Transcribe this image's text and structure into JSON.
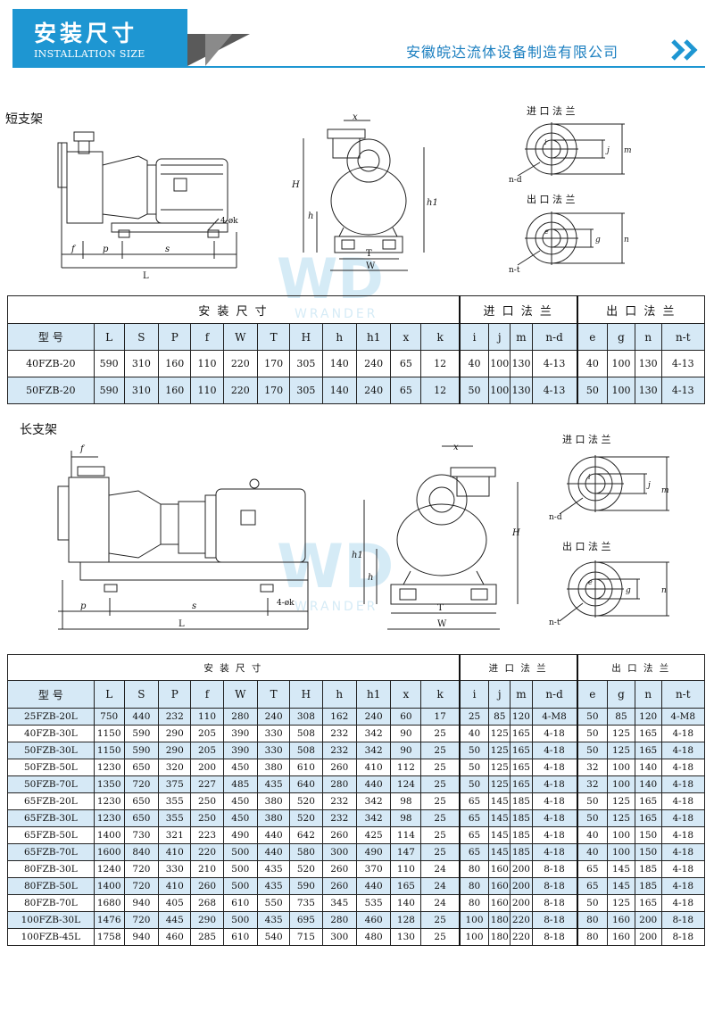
{
  "header": {
    "title": "安装尺寸",
    "subtitle": "INSTALLATION SIZE",
    "company": "安徽皖达流体设备制造有限公司",
    "accent_color": "#1e96d2",
    "icon": "double-chevron-right-icon"
  },
  "watermark": {
    "text": "WRANDER",
    "logo_letters": "WD"
  },
  "section1": {
    "label": "短支架",
    "drawing_labels": {
      "f": "f",
      "p": "p",
      "s": "s",
      "L": "L",
      "bolt": "4-øk",
      "x": "x",
      "H": "H",
      "h": "h",
      "h1": "h1",
      "T": "T",
      "W": "W",
      "inlet_title": "进 口 法 兰",
      "outlet_title": "出 口 法 兰",
      "i": "i",
      "j": "j",
      "m": "m",
      "nd": "n-d",
      "e": "e",
      "g": "g",
      "n": "n",
      "nt": "n-t"
    }
  },
  "section2": {
    "label": "长支架",
    "drawing_labels": {
      "f": "f",
      "p": "p",
      "s": "s",
      "L": "L",
      "bolt": "4-øk",
      "x": "x",
      "H": "H",
      "h": "h",
      "h1": "h1",
      "T": "T",
      "W": "W",
      "inlet_title": "进 口 法 兰",
      "outlet_title": "出 口 法 兰",
      "i": "i",
      "j": "j",
      "m": "m",
      "nd": "n-d",
      "e": "e",
      "g": "g",
      "n": "n",
      "nt": "n-t"
    }
  },
  "table_groups": {
    "install": "安 装 尺 寸",
    "inlet": "进 口 法 兰",
    "outlet": "出 口 法 兰"
  },
  "table_columns": [
    "型 号",
    "L",
    "S",
    "P",
    "f",
    "W",
    "T",
    "H",
    "h",
    "h1",
    "x",
    "k",
    "i",
    "j",
    "m",
    "n-d",
    "e",
    "g",
    "n",
    "n-t"
  ],
  "table1": {
    "rows": [
      [
        "40FZB-20",
        "590",
        "310",
        "160",
        "110",
        "220",
        "170",
        "305",
        "140",
        "240",
        "65",
        "12",
        "40",
        "100",
        "130",
        "4-13",
        "40",
        "100",
        "130",
        "4-13"
      ],
      [
        "50FZB-20",
        "590",
        "310",
        "160",
        "110",
        "220",
        "170",
        "305",
        "140",
        "240",
        "65",
        "12",
        "50",
        "100",
        "130",
        "4-13",
        "50",
        "100",
        "130",
        "4-13"
      ]
    ]
  },
  "table2": {
    "rows": [
      [
        "25FZB-20L",
        "750",
        "440",
        "232",
        "110",
        "280",
        "240",
        "308",
        "162",
        "240",
        "60",
        "17",
        "25",
        "85",
        "120",
        "4-M8",
        "50",
        "85",
        "120",
        "4-M8"
      ],
      [
        "40FZB-30L",
        "1150",
        "590",
        "290",
        "205",
        "390",
        "330",
        "508",
        "232",
        "342",
        "90",
        "25",
        "40",
        "125",
        "165",
        "4-18",
        "50",
        "125",
        "165",
        "4-18"
      ],
      [
        "50FZB-30L",
        "1150",
        "590",
        "290",
        "205",
        "390",
        "330",
        "508",
        "232",
        "342",
        "90",
        "25",
        "50",
        "125",
        "165",
        "4-18",
        "50",
        "125",
        "165",
        "4-18"
      ],
      [
        "50FZB-50L",
        "1230",
        "650",
        "320",
        "200",
        "450",
        "380",
        "610",
        "260",
        "410",
        "112",
        "25",
        "50",
        "125",
        "165",
        "4-18",
        "32",
        "100",
        "140",
        "4-18"
      ],
      [
        "50FZB-70L",
        "1350",
        "720",
        "375",
        "227",
        "485",
        "435",
        "640",
        "280",
        "440",
        "124",
        "25",
        "50",
        "125",
        "165",
        "4-18",
        "32",
        "100",
        "140",
        "4-18"
      ],
      [
        "65FZB-20L",
        "1230",
        "650",
        "355",
        "250",
        "450",
        "380",
        "520",
        "232",
        "342",
        "98",
        "25",
        "65",
        "145",
        "185",
        "4-18",
        "50",
        "125",
        "165",
        "4-18"
      ],
      [
        "65FZB-30L",
        "1230",
        "650",
        "355",
        "250",
        "450",
        "380",
        "520",
        "232",
        "342",
        "98",
        "25",
        "65",
        "145",
        "185",
        "4-18",
        "50",
        "125",
        "165",
        "4-18"
      ],
      [
        "65FZB-50L",
        "1400",
        "730",
        "321",
        "223",
        "490",
        "440",
        "642",
        "260",
        "425",
        "114",
        "25",
        "65",
        "145",
        "185",
        "4-18",
        "40",
        "100",
        "150",
        "4-18"
      ],
      [
        "65FZB-70L",
        "1600",
        "840",
        "410",
        "220",
        "500",
        "440",
        "580",
        "300",
        "490",
        "147",
        "25",
        "65",
        "145",
        "185",
        "4-18",
        "40",
        "100",
        "150",
        "4-18"
      ],
      [
        "80FZB-30L",
        "1240",
        "720",
        "330",
        "210",
        "500",
        "435",
        "520",
        "260",
        "370",
        "110",
        "24",
        "80",
        "160",
        "200",
        "8-18",
        "65",
        "145",
        "185",
        "4-18"
      ],
      [
        "80FZB-50L",
        "1400",
        "720",
        "410",
        "260",
        "500",
        "435",
        "590",
        "260",
        "440",
        "165",
        "24",
        "80",
        "160",
        "200",
        "8-18",
        "65",
        "145",
        "185",
        "4-18"
      ],
      [
        "80FZB-70L",
        "1680",
        "940",
        "405",
        "268",
        "610",
        "550",
        "735",
        "345",
        "535",
        "140",
        "24",
        "80",
        "160",
        "200",
        "8-18",
        "50",
        "125",
        "165",
        "4-18"
      ],
      [
        "100FZB-30L",
        "1476",
        "720",
        "445",
        "290",
        "500",
        "435",
        "695",
        "280",
        "460",
        "128",
        "25",
        "100",
        "180",
        "220",
        "8-18",
        "80",
        "160",
        "200",
        "8-18"
      ],
      [
        "100FZB-45L",
        "1758",
        "940",
        "460",
        "285",
        "610",
        "540",
        "715",
        "300",
        "480",
        "130",
        "25",
        "100",
        "180",
        "220",
        "8-18",
        "80",
        "160",
        "200",
        "8-18"
      ]
    ]
  }
}
